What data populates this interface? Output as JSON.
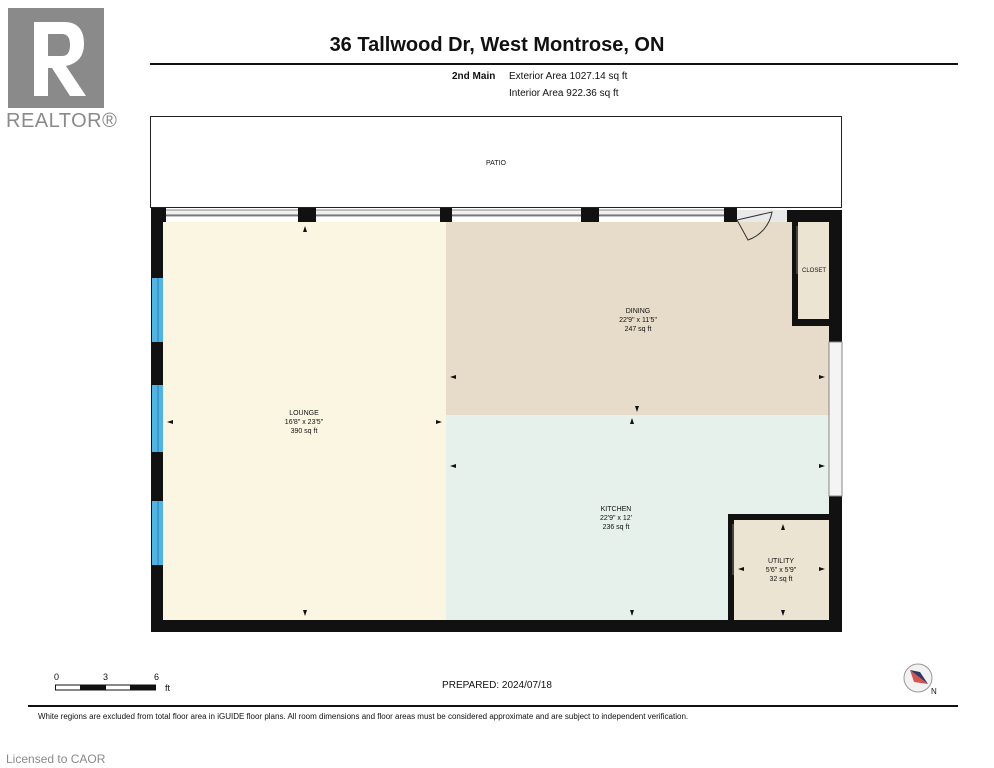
{
  "logo": {
    "text": "REALTOR®"
  },
  "header": {
    "title": "36 Tallwood Dr, West Montrose, ON",
    "level": "2nd Main",
    "exterior_area": "Exterior Area 1027.14 sq ft",
    "interior_area": "Interior Area 922.36 sq ft"
  },
  "rooms": {
    "patio": {
      "name": "PATIO"
    },
    "lounge": {
      "name": "LOUNGE",
      "dims": "16'8\" x 23'5\"",
      "area": "390 sq ft",
      "color": "#fbf6e1"
    },
    "dining": {
      "name": "DINING",
      "dims": "22'9\" x 11'5\"",
      "area": "247 sq ft",
      "color": "#e6dcc9"
    },
    "kitchen": {
      "name": "KITCHEN",
      "dims": "22'9\" x 12'",
      "area": "236 sq ft",
      "color": "#e5f1ea"
    },
    "utility": {
      "name": "UTILITY",
      "dims": "5'6\" x 5'9\"",
      "area": "32 sq ft",
      "color": "#ece4d3"
    },
    "closet": {
      "name": "CLOSET"
    }
  },
  "scale": {
    "ticks": [
      "0",
      "3",
      "6"
    ],
    "unit": "ft"
  },
  "prepared": "PREPARED:  2024/07/18",
  "compass": {
    "direction": "N"
  },
  "disclaimer": "White regions are excluded from total floor area in iGUIDE floor plans. All room dimensions and floor areas must be considered approximate and are subject to independent verification.",
  "watermark": "Licensed to CAOR",
  "colors": {
    "wall": "#111111",
    "window": "#4fb3e3"
  }
}
